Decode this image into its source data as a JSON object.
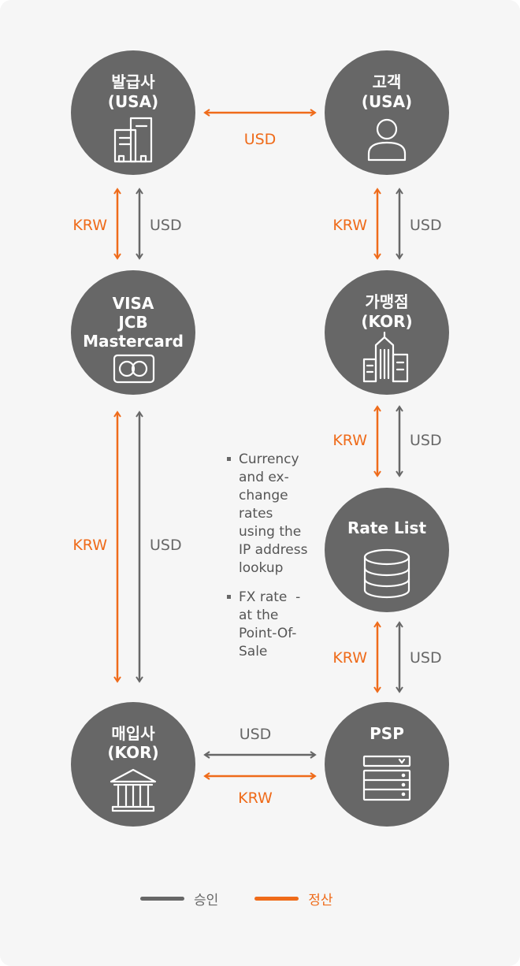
{
  "nodes": {
    "issuer": {
      "line1": "발급사",
      "line2": "(USA)"
    },
    "customer": {
      "line1": "고객",
      "line2": "(USA)"
    },
    "network": {
      "line1": "VISA",
      "line2": "JCB",
      "line3": "Mastercard"
    },
    "merchant": {
      "line1": "가맹점",
      "line2": "(KOR)"
    },
    "ratelist": {
      "line1": "Rate List"
    },
    "acquirer": {
      "line1": "매입사",
      "line2": "(KOR)"
    },
    "psp": {
      "line1": "PSP"
    }
  },
  "edges": {
    "issuer_customer": {
      "label": "USD"
    },
    "issuer_network": {
      "krw": "KRW",
      "usd": "USD"
    },
    "customer_merchant": {
      "krw": "KRW",
      "usd": "USD"
    },
    "network_acquirer": {
      "krw": "KRW",
      "usd": "USD"
    },
    "merchant_ratelist": {
      "krw": "KRW",
      "usd": "USD"
    },
    "ratelist_psp": {
      "krw": "KRW",
      "usd": "USD"
    },
    "acquirer_psp": {
      "usd": "USD",
      "krw": "KRW"
    }
  },
  "notes": [
    [
      "Currency",
      "and ex-",
      "change",
      "rates",
      "using the",
      "IP address",
      "lookup"
    ],
    [
      "FX rate  -",
      "at the",
      "Point-Of-",
      "Sale"
    ]
  ],
  "legend": {
    "approval": {
      "label": "승인",
      "color": "#676767"
    },
    "settlement": {
      "label": "정산",
      "color": "#ef6b1a"
    }
  },
  "colors": {
    "krw": "#ef6b1a",
    "usd": "#676767",
    "node": "#676767"
  }
}
